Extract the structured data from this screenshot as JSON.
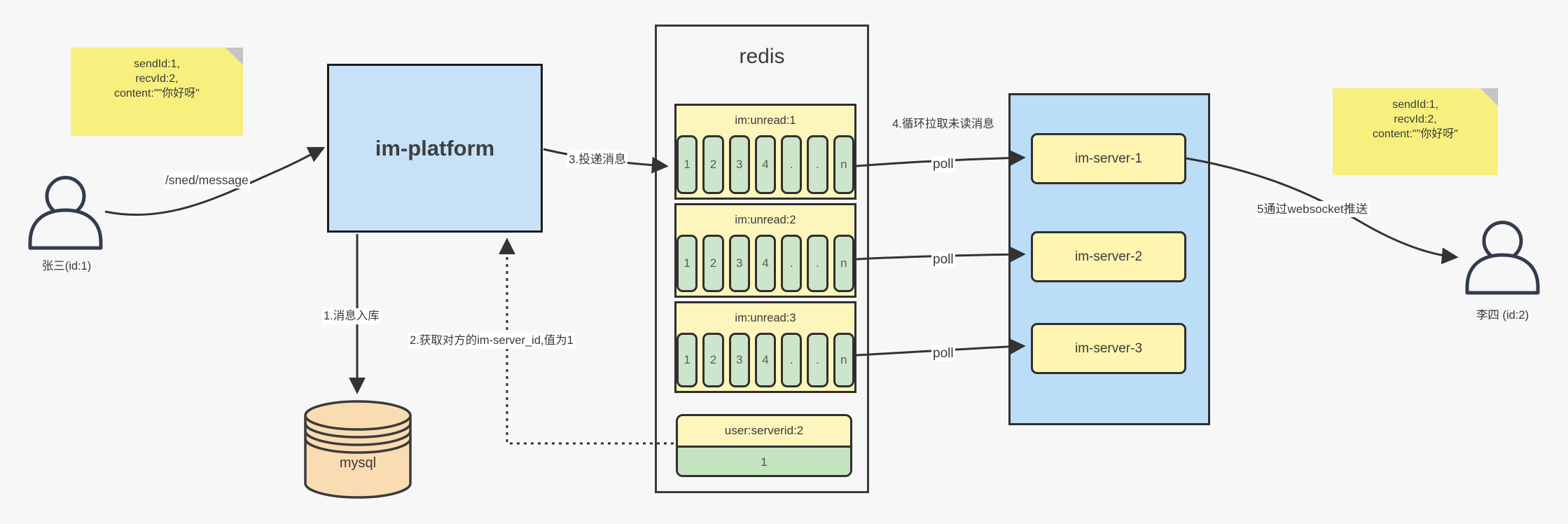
{
  "notes": {
    "left_lines": [
      "sendId:1,",
      "recvId:2,",
      "content:\"\"你好呀\""
    ],
    "right_lines": [
      "sendId:1,",
      "recvId:2,",
      "content:\"\"你好呀\""
    ]
  },
  "actors": {
    "sender": "张三(id:1)",
    "receiver": "李四 (id:2)"
  },
  "platform": {
    "label": "im-platform"
  },
  "database": {
    "label": "mysql"
  },
  "redis": {
    "title": "redis",
    "queues": [
      {
        "header": "im:unread:1",
        "cells": [
          "1",
          "2",
          "3",
          "4",
          ".",
          ".",
          "n"
        ]
      },
      {
        "header": "im:unread:2",
        "cells": [
          "1",
          "2",
          "3",
          "4",
          ".",
          ".",
          "n"
        ]
      },
      {
        "header": "im:unread:3",
        "cells": [
          "1",
          "2",
          "3",
          "4",
          ".",
          ".",
          "n"
        ]
      }
    ],
    "kv": {
      "header": "user:serverid:2",
      "value": "1"
    }
  },
  "servers": [
    "im-server-1",
    "im-server-2",
    "im-server-3"
  ],
  "edges": {
    "send_api": "/sned/message",
    "step1": "1.消息入库",
    "step2": "2.获取对方的im-server_id,值为1",
    "step3": "3.投递消息",
    "step4": "4.循环拉取未读消息",
    "poll_1": "poll",
    "poll_2": "poll",
    "poll_3": "poll",
    "step5": "5通过websocket推送"
  },
  "colors": {
    "background": "#f7f7f7",
    "platform_fill": "#c7e2f8",
    "servers_panel_fill": "#bbddf6",
    "note_fill": "#f8f07e",
    "queue_header_fill": "#fdf6bc",
    "cell_fill": "#cde5cb",
    "server_box_fill": "#fdf5b0",
    "mysql_fill": "#fadcb3",
    "line": "#333333"
  }
}
